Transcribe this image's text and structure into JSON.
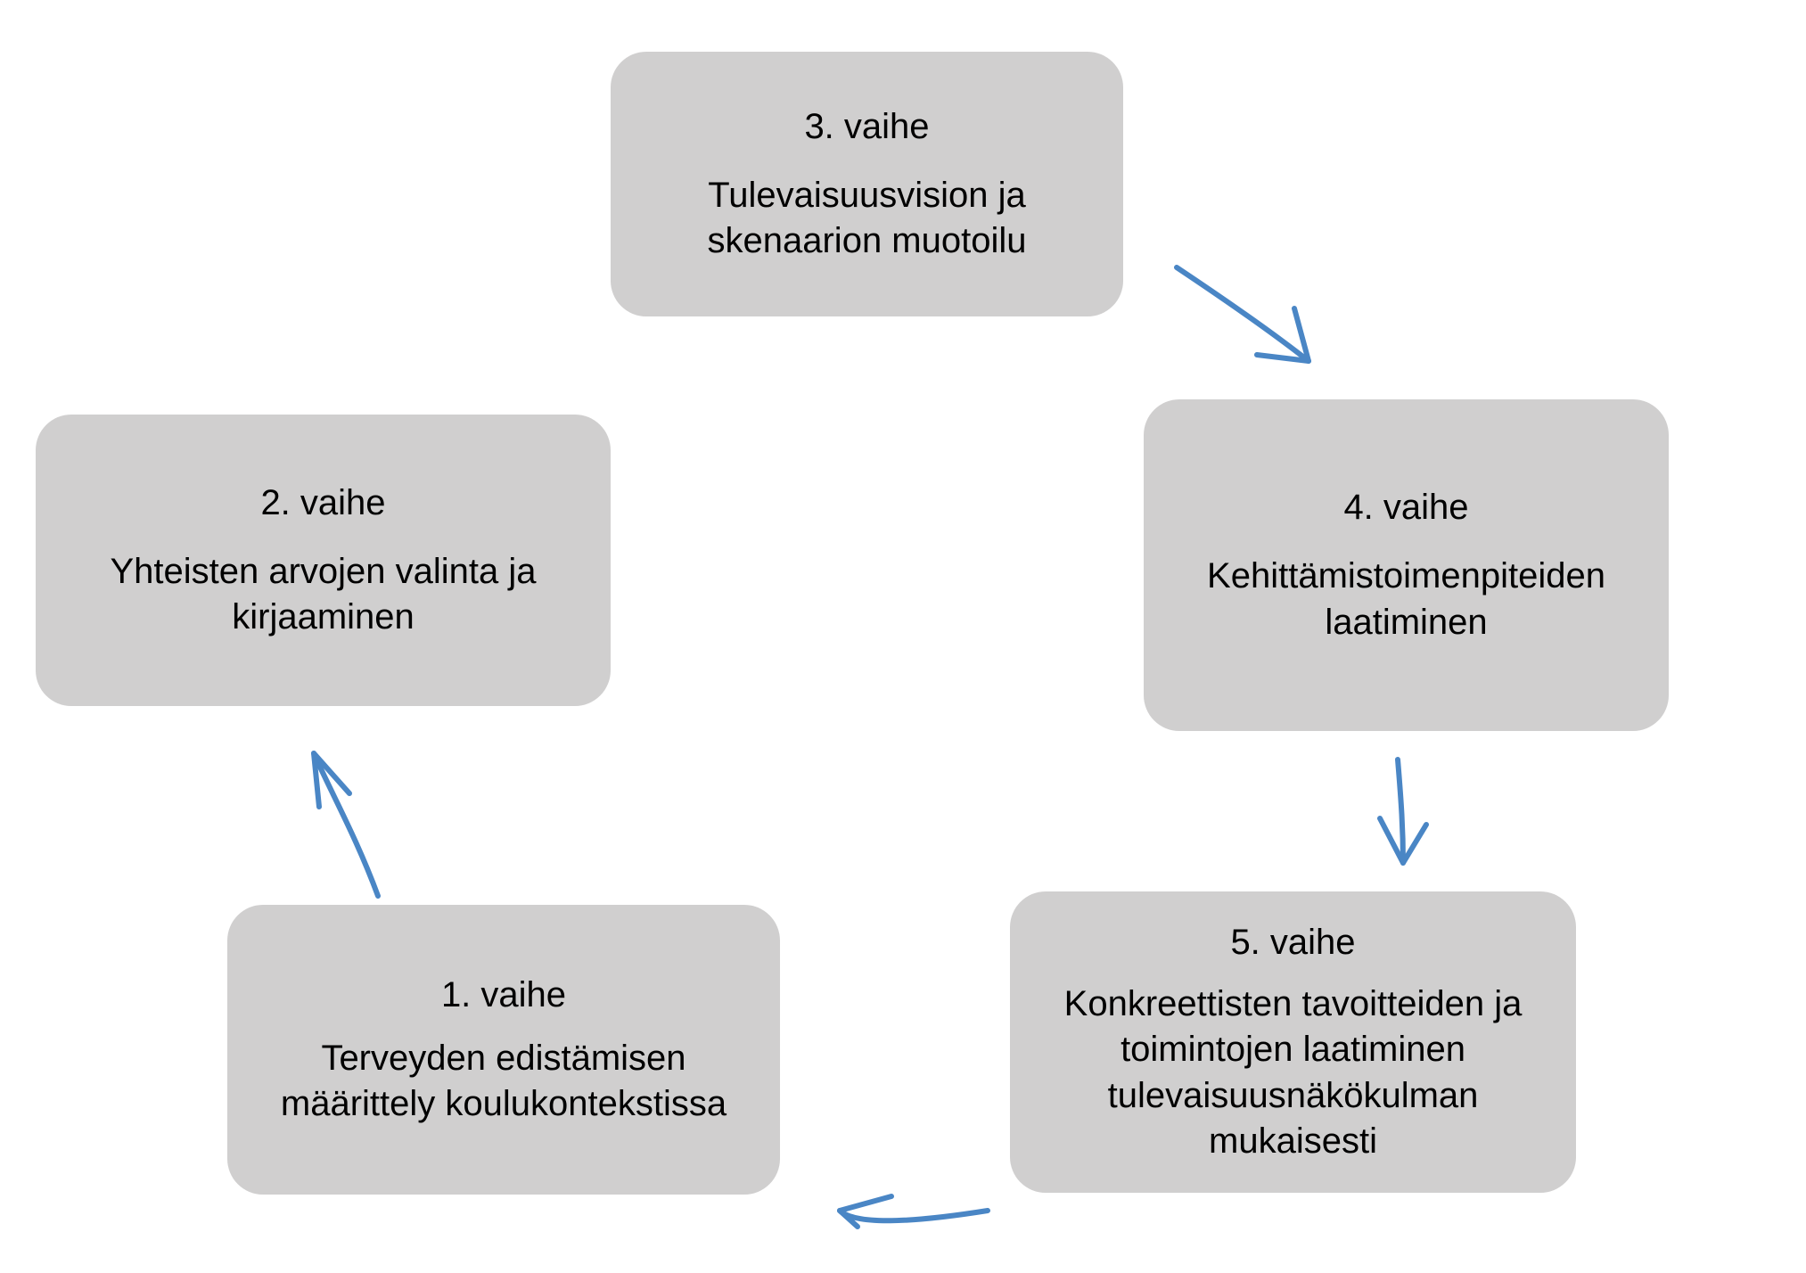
{
  "diagram": {
    "type": "cycle-flow",
    "shape_fill_color": "#d0cfcf",
    "arrow_color": "#4a86c5",
    "text_color": "#000000",
    "background_color": "#ffffff",
    "stages": [
      {
        "id": "stage-1",
        "title": "1. vaihe",
        "description": "Terveyden edistämisen määrittely koulukontekstissa"
      },
      {
        "id": "stage-2",
        "title": "2. vaihe",
        "description": "Yhteisten arvojen valinta ja kirjaaminen"
      },
      {
        "id": "stage-3",
        "title": "3. vaihe",
        "description": "Tulevaisuusvision ja skenaarion muotoilu"
      },
      {
        "id": "stage-4",
        "title": "4. vaihe",
        "description": "Kehittämistoimenpiteiden laatiminen"
      },
      {
        "id": "stage-5",
        "title": "5. vaihe",
        "description": "Konkreettisten tavoitteiden ja toimintojen laatiminen tulevaisuusnäkökulman mukaisesti"
      }
    ],
    "connectors": [
      {
        "id": "arrow-1-to-2",
        "from": "stage-1",
        "to": "stage-2",
        "direction": "up-left-curved"
      },
      {
        "id": "arrow-2-to-3",
        "from": "stage-2",
        "to": "stage-3",
        "direction": "up-right-curved"
      },
      {
        "id": "arrow-3-to-4",
        "from": "stage-3",
        "to": "stage-4",
        "direction": "down-right-curved"
      },
      {
        "id": "arrow-4-to-5",
        "from": "stage-4",
        "to": "stage-5",
        "direction": "down-curved"
      },
      {
        "id": "arrow-5-to-1",
        "from": "stage-5",
        "to": "stage-1",
        "direction": "left-curved"
      }
    ]
  }
}
